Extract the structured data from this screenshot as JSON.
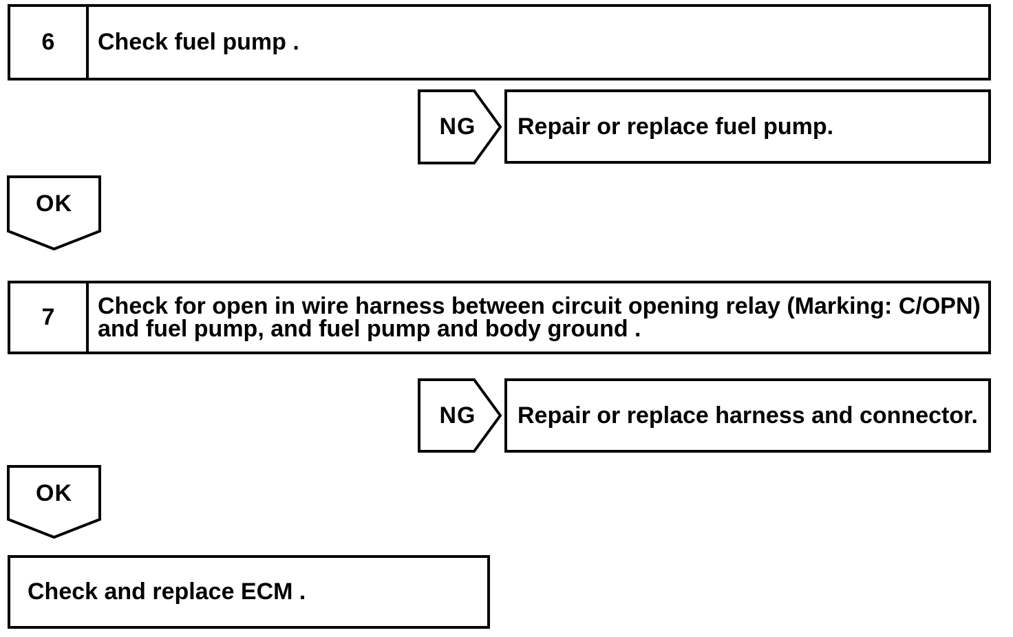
{
  "colors": {
    "ink": "#000000",
    "paper": "#ffffff"
  },
  "flowchart": {
    "step6": {
      "number": "6",
      "text": "Check fuel pump ."
    },
    "ng1": {
      "label": "NG"
    },
    "result1": {
      "text": "Repair or replace fuel pump."
    },
    "ok1": {
      "label": "OK"
    },
    "step7": {
      "number": "7",
      "lines": [
        "Check for open in wire harness between circuit opening relay (Marking: C/OPN)",
        "and fuel pump, and fuel pump and body ground ."
      ]
    },
    "ng2": {
      "label": "NG"
    },
    "result2": {
      "text": "Repair or replace harness and connector."
    },
    "ok2": {
      "label": "OK"
    },
    "final": {
      "text": "Check and replace ECM ."
    }
  }
}
